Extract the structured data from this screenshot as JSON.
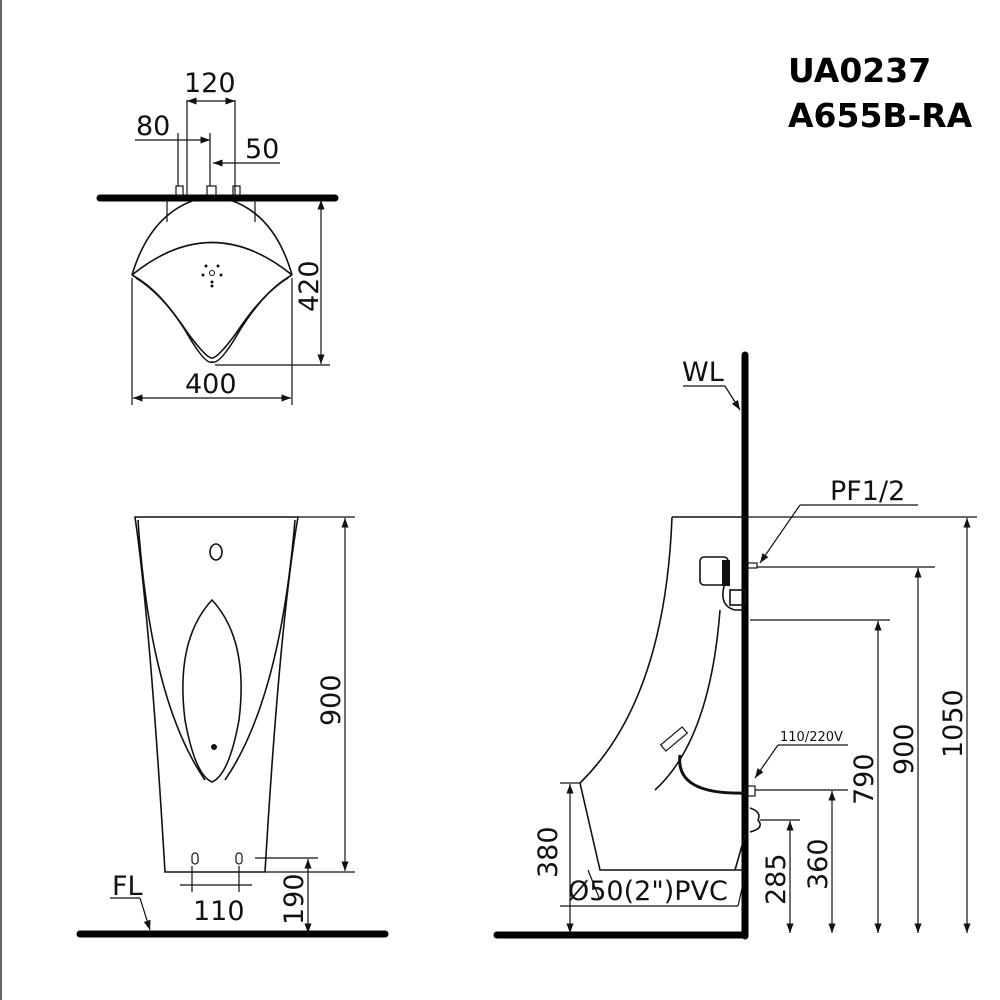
{
  "title": {
    "model": "UA0237",
    "variant": "A655B-RA"
  },
  "top_view": {
    "dim_120": "120",
    "dim_80": "80",
    "dim_50": "50",
    "dim_420": "420",
    "dim_400": "400"
  },
  "front_view": {
    "dim_900": "900",
    "dim_110": "110",
    "dim_190": "190",
    "floor_label": "FL"
  },
  "side_view": {
    "wall_label": "WL",
    "supply_label": "PF1/2",
    "power_label": "110/220V",
    "drain_label": "Ø50(2\")PVC",
    "dim_1050": "1050",
    "dim_900": "900",
    "dim_790": "790",
    "dim_360": "360",
    "dim_285": "285",
    "dim_380": "380"
  }
}
